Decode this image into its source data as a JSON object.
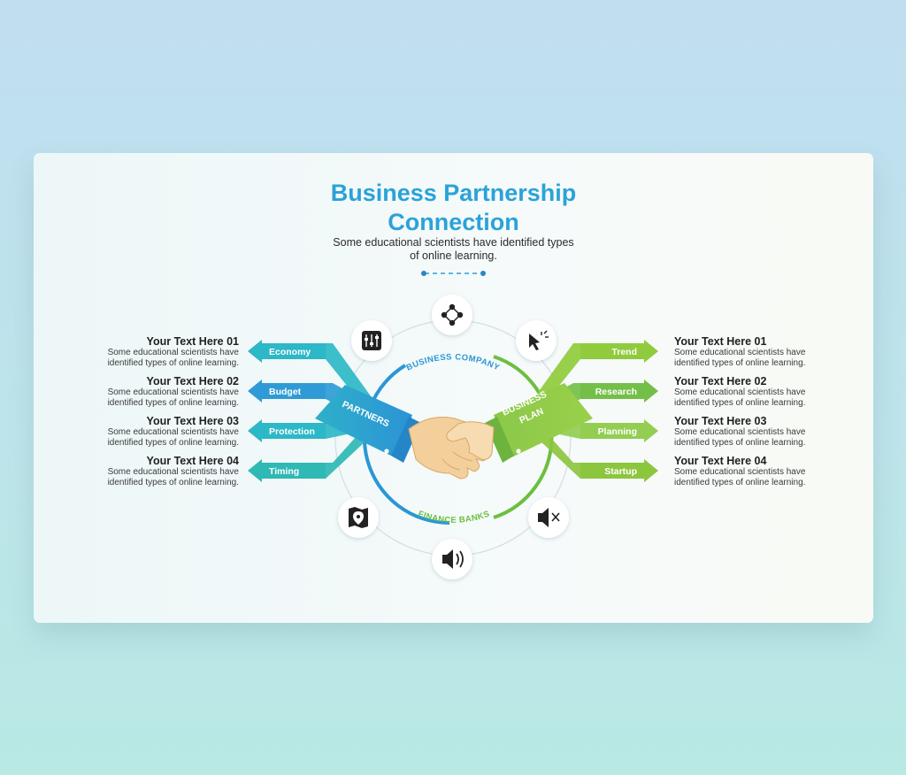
{
  "slide": {
    "title_line1": "Business Partnership",
    "title_line2": "Connection",
    "subtitle_line1": "Some educational scientists have identified types",
    "subtitle_line2": "of online learning."
  },
  "ring": {
    "top_label": "BUSINESS COMPANY",
    "bottom_label": "FINANCE BANKS",
    "left_sleeve": "PARTNERS",
    "right_sleeve_line1": "BUSINESS",
    "right_sleeve_line2": "PLAN"
  },
  "left_items": [
    {
      "arrow": "Economy",
      "title": "Your Text Here ",
      "num": "01",
      "line1": "Some educational scientists have",
      "line2": "identified types of online learning.",
      "color": "#2cb8c7"
    },
    {
      "arrow": "Budget",
      "title": "Your Text Here ",
      "num": "02",
      "line1": "Some educational scientists have",
      "line2": "identified types of online learning.",
      "color": "#2f9bd6"
    },
    {
      "arrow": "Protection",
      "title": "Your Text Here ",
      "num": "03",
      "line1": "Some educational scientists have",
      "line2": "identified types of online learning.",
      "color": "#2cb8c7"
    },
    {
      "arrow": "Timing",
      "title": "Your Text Here ",
      "num": "04",
      "line1": "Some educational scientists have",
      "line2": "identified types of online learning.",
      "color": "#2fb9b5"
    }
  ],
  "right_items": [
    {
      "arrow": "Trend",
      "title": "Your Text Here ",
      "num": "01",
      "line1": "Some educational scientists have",
      "line2": "identified types of online learning.",
      "color": "#8fcb3c"
    },
    {
      "arrow": "Research",
      "title": "Your Text Here ",
      "num": "02",
      "line1": "Some educational scientists have",
      "line2": "identified types of online learning.",
      "color": "#74bf48"
    },
    {
      "arrow": "Planning",
      "title": "Your Text Here ",
      "num": "03",
      "line1": "Some educational scientists have",
      "line2": "identified types of online learning.",
      "color": "#93cd52"
    },
    {
      "arrow": "Startup",
      "title": "Your Text Here ",
      "num": "04",
      "line1": "Some educational scientists have",
      "line2": "identified types of online learning.",
      "color": "#8cc63f"
    }
  ],
  "icons": [
    "network-icon",
    "sliders-icon",
    "cursor-click-icon",
    "map-pin-icon",
    "speaker-volume-icon",
    "speaker-mute-icon"
  ],
  "colors": {
    "blue": "#2aa3d8",
    "teal": "#2cb8c7",
    "green": "#8cc63f",
    "dark": "#1f1f1f"
  }
}
